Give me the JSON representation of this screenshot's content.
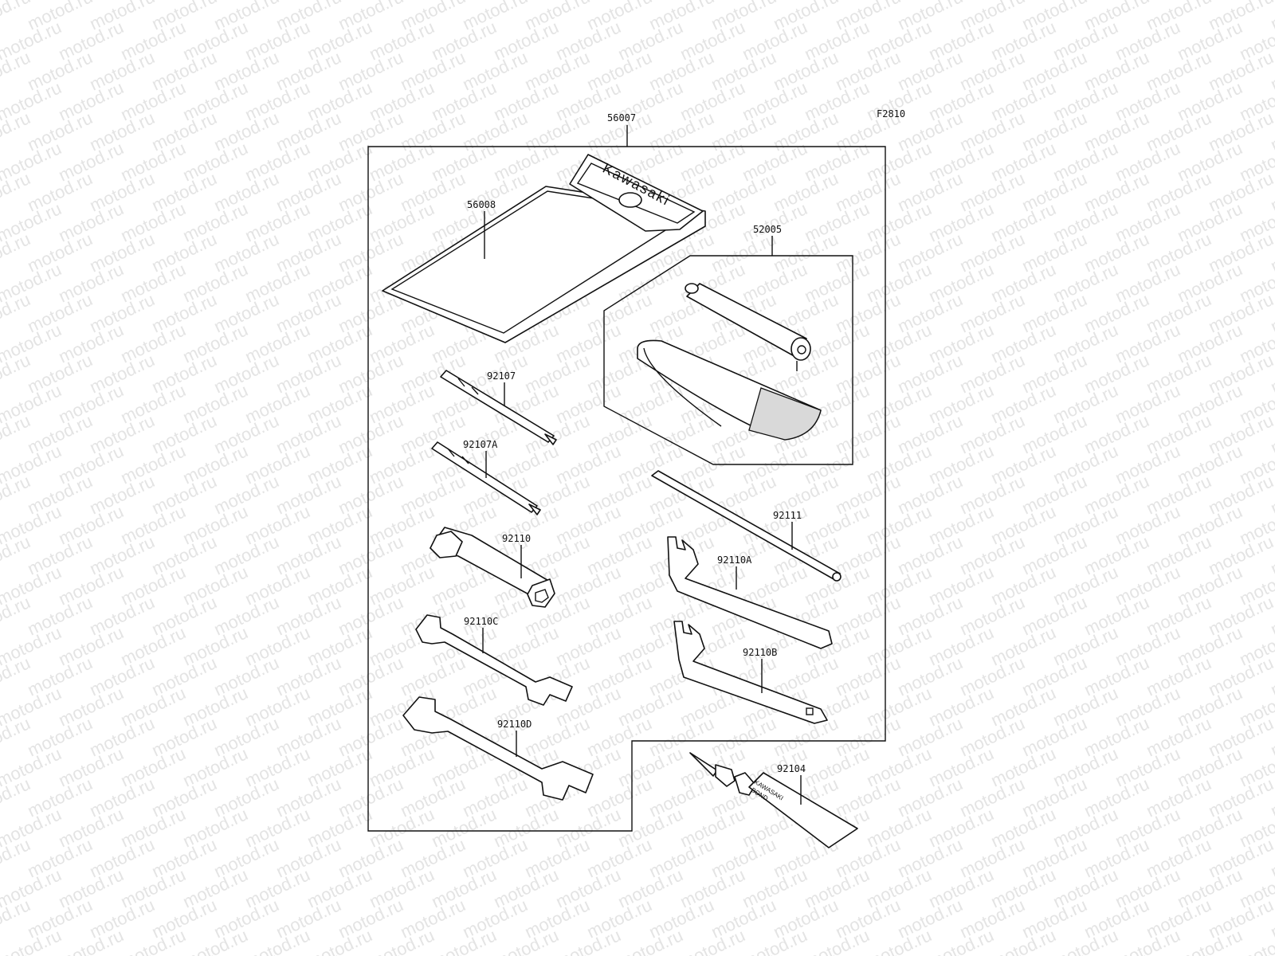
{
  "figure_code": "F2810",
  "watermark": "motod.ru",
  "parts": {
    "tool_kit": "56007",
    "case": "56008",
    "pump": "52005",
    "driver_a": "92107",
    "driver_b": "92107A",
    "box_wrench": "92110",
    "wrench_c": "92110C",
    "wrench_d": "92110D",
    "bar": "92111",
    "hook_a": "92110A",
    "hook_b": "92110B",
    "bond": "92104"
  },
  "product_text": {
    "case_brand": "Kawasaki",
    "tube_brand": "KAWASAKI",
    "tube_label": "BOND"
  }
}
